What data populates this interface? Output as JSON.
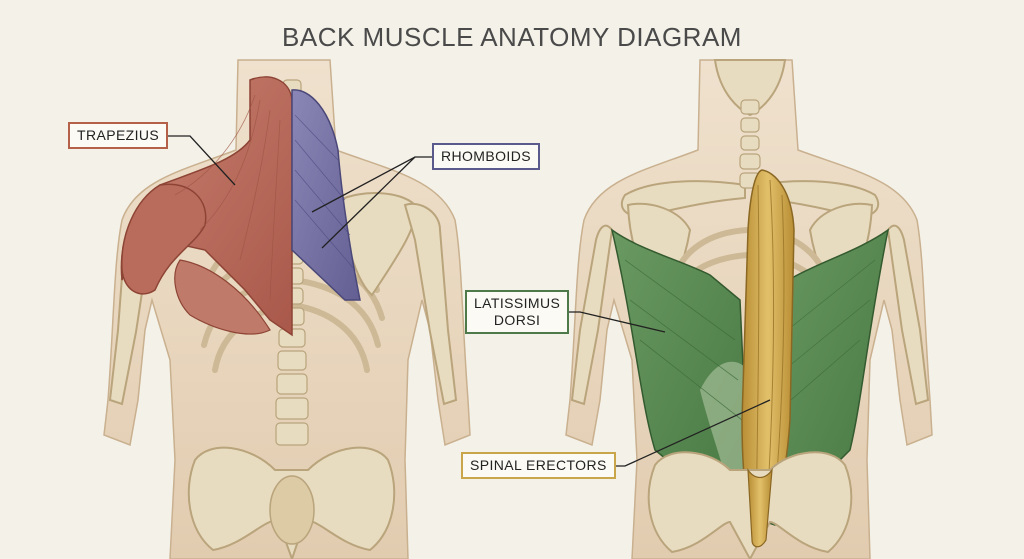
{
  "title": "BACK MUSCLE ANATOMY DIAGRAM",
  "labels": {
    "trapezius": {
      "text": "TRAPEZIUS",
      "color": "#b5614a"
    },
    "rhomboids": {
      "text": "RHOMBOIDS",
      "color": "#5b5a8c"
    },
    "latissimus": {
      "line1": "LATISSIMUS",
      "line2": "DORSI",
      "color": "#4d7a48"
    },
    "spinal_erectors": {
      "text": "SPINAL ERECTORS",
      "color": "#c9a64a"
    }
  },
  "colors": {
    "skin": "#ead9c3",
    "bone": "#e8dcc0",
    "bone_shade": "#c9b58e",
    "trapezius": "#c57a67",
    "rhomboids": "#7d79a8",
    "latissimus": "#5f8f58",
    "spinal_erectors": "#d2ad55"
  }
}
